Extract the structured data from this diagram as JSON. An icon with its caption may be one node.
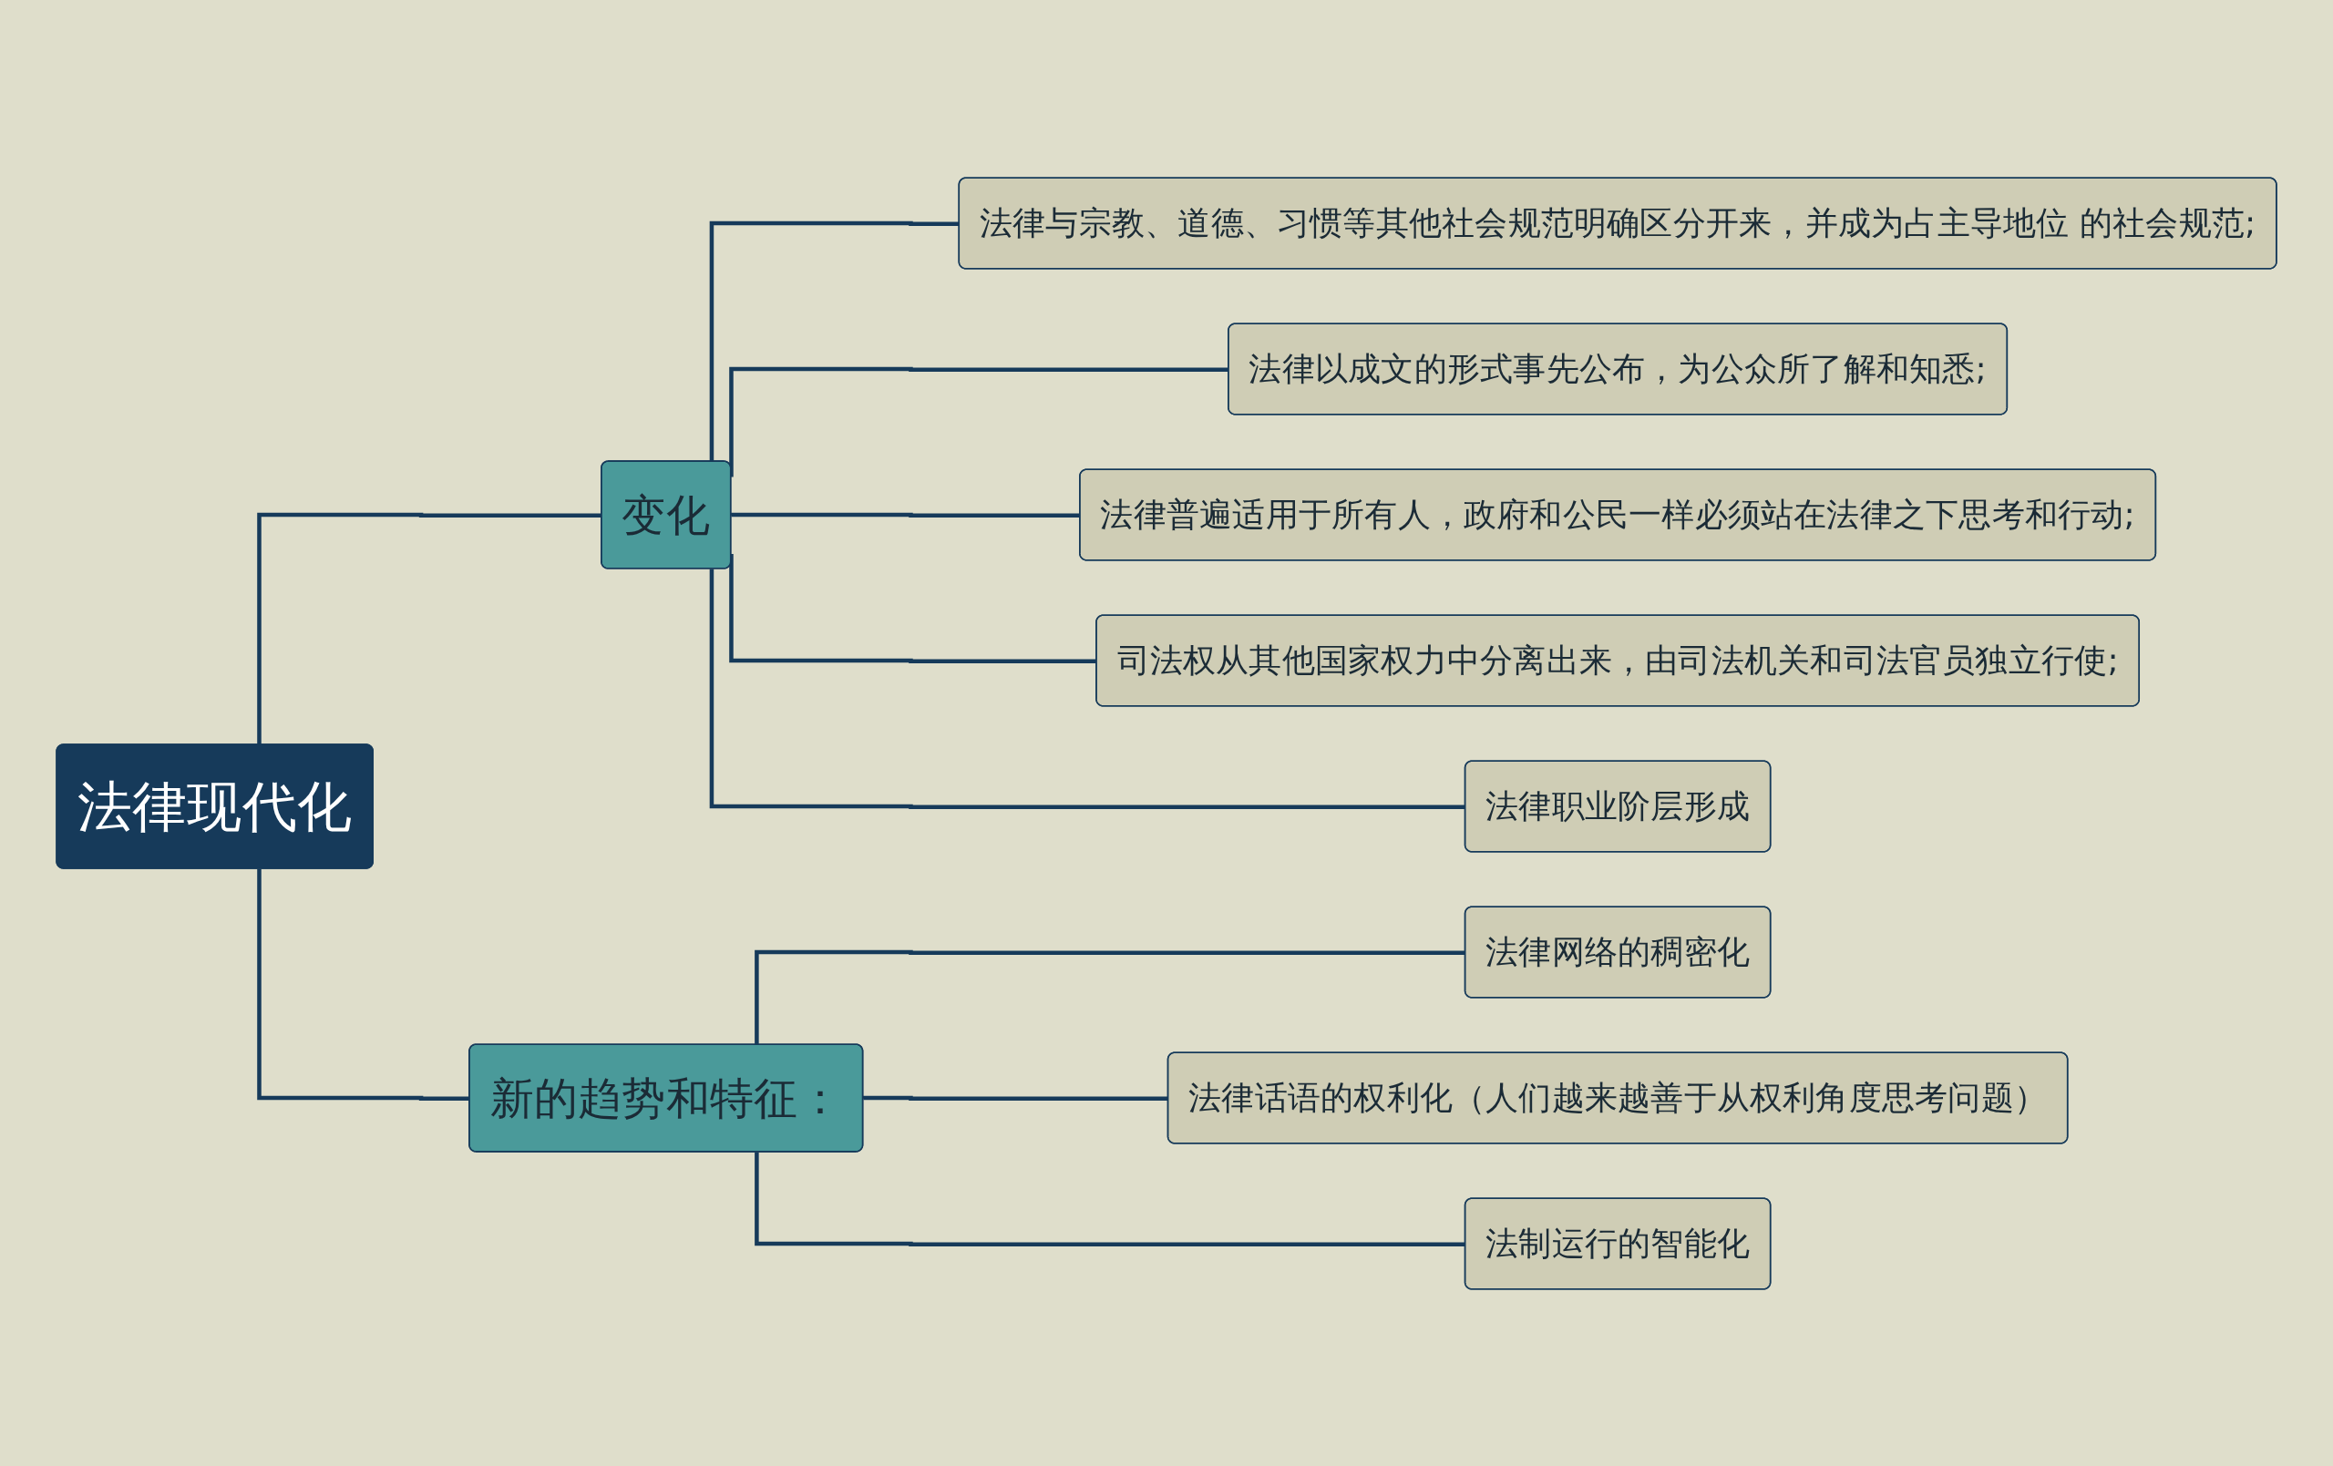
{
  "diagram": {
    "nodes": [
      {
        "text": [
          "法律现代化"
        ]
      },
      {
        "text": [
          "变化"
        ]
      },
      {
        "text": [
          "法律与宗教、道德、习惯等其他社会规范明确区分开来，并成为占主导地位 的社会规范;"
        ]
      },
      {
        "text": [
          "法律以成文的形式事先公布，为公众所了解和知悉;"
        ]
      },
      {
        "text": [
          "法律普遍适用于所有人，政府和公民一样必须站在法律之下思考和行动;"
        ]
      },
      {
        "text": [
          "司法权从其他国家权力中分离出来，由司法机关和司法官员独立行使;"
        ]
      },
      {
        "text": [
          "法律职业阶层形成"
        ]
      },
      {
        "text": [
          "新的趋势和特征："
        ]
      },
      {
        "text": [
          "法律网络的稠密化"
        ]
      },
      {
        "text": [
          "法律话语的权利化（人们越来越善于从权利角度思考问题）"
        ]
      },
      {
        "text": [
          "法制运行的智能化"
        ]
      }
    ],
    "edges": [
      {
        "from": 0,
        "to": 1,
        "arrow": "none"
      },
      {
        "from": 1,
        "to": 2,
        "arrow": "none"
      },
      {
        "from": 1,
        "to": 3,
        "arrow": "none"
      },
      {
        "from": 1,
        "to": 4,
        "arrow": "none"
      },
      {
        "from": 1,
        "to": 5,
        "arrow": "none"
      },
      {
        "from": 1,
        "to": 6,
        "arrow": "none"
      },
      {
        "from": 0,
        "to": 7,
        "arrow": "none"
      },
      {
        "from": 7,
        "to": 8,
        "arrow": "none"
      },
      {
        "from": 7,
        "to": 9,
        "arrow": "none"
      },
      {
        "from": 7,
        "to": 10,
        "arrow": "none"
      }
    ]
  }
}
